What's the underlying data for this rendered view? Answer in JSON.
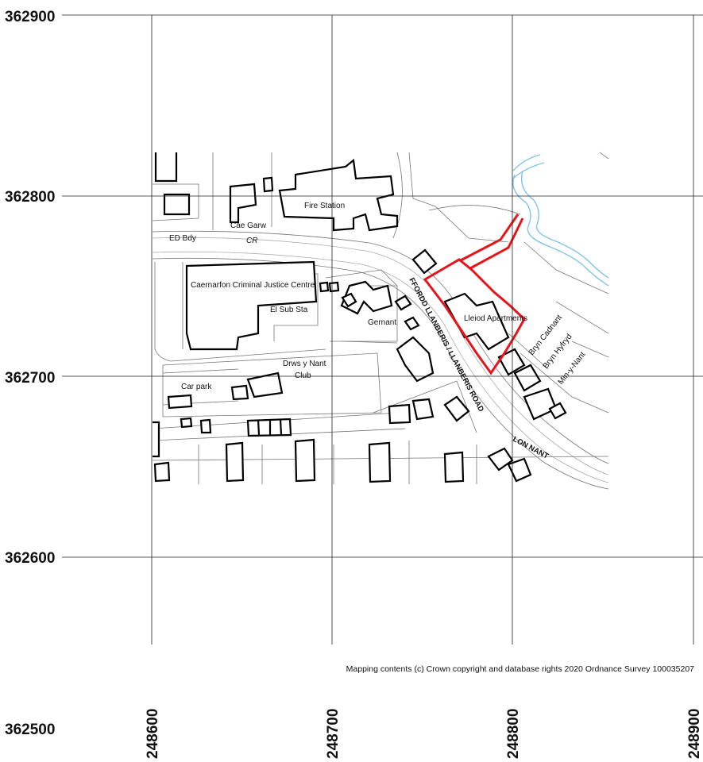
{
  "grid": {
    "northings": [
      "362900",
      "362800",
      "362700",
      "362600",
      "362500"
    ],
    "eastings": [
      "248600",
      "248700",
      "248800",
      "248900"
    ]
  },
  "labels": {
    "fire_station": "Fire Station",
    "cae_garw": "Cae Garw",
    "ed_bdy": "ED Bdy",
    "cr": "CR",
    "criminal_justice": "Caernarfon Criminal Justice Centre",
    "el_sub_sta": "El Sub Sta",
    "gernant": "Gernant",
    "drws_y_nant": "Drws y Nant",
    "club": "Club",
    "car_park": "Car park",
    "lleiod": "Lleiod Apartments",
    "bryn_cadnant": "Bryn Cadnant",
    "bryn_hyfryd": "Bryn Hyfryd",
    "min_y_nant": "Min-y-Nant",
    "road_main": "FFORDD LLANBERIS / LLANBERIS ROAD",
    "lon_nant": "LON NANT"
  },
  "copyright": "Mapping contents (c) Crown copyright and database rights 2020 Ordnance Survey 100035207",
  "colors": {
    "site_boundary": "#e8141b",
    "stream": "#7fc4e6",
    "buildings": "#000000",
    "grid": "#222222"
  }
}
